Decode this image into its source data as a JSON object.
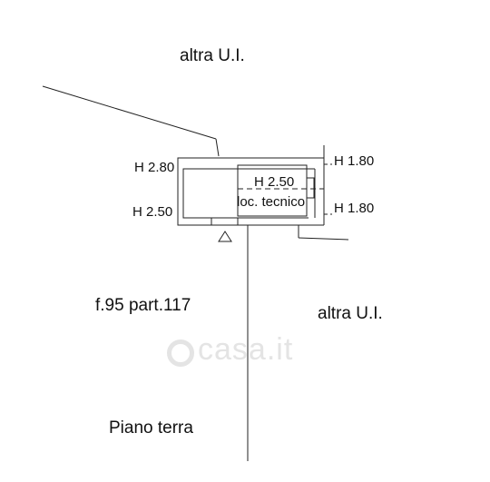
{
  "plan": {
    "top_neighbor": "altra U.I.",
    "right_neighbor": "altra U.I.",
    "parcel": "f.95 part.117",
    "floor": "Piano terra",
    "room_label": "loc. tecnico",
    "heights": {
      "left_top": "H 2.80",
      "left_bottom": "H 2.50",
      "inner": "H 2.50",
      "right_top": "H 1.80",
      "right_bottom": "H 1.80"
    }
  },
  "watermark": "casa.it"
}
